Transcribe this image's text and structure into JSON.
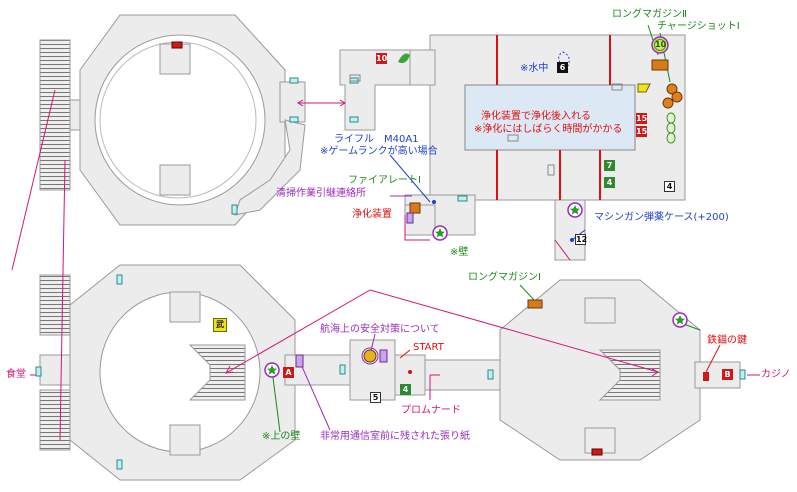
{
  "labels": {
    "long_magazine_2": "ロングマガジンⅡ",
    "charge_shot_1": "チャージショットⅠ",
    "underwater": "※水中",
    "purify_note_1": "浄化装置で浄化後入れる",
    "purify_note_2": "※浄化にはしばらく時間がかかる",
    "rifle_1": "ライフル　M40A1",
    "rifle_2": "※ゲームランクが高い場合",
    "fire_rate_1": "ファイアレートⅠ",
    "cleaning_note": "清掃作業引継連絡所",
    "purifier": "浄化装置",
    "wall_note": "※壁",
    "mg_ammo": "マシンガン弾薬ケース(+200)",
    "long_magazine_1": "ロングマガジンⅠ",
    "safety_note": "航海上の安全対策について",
    "start": "START",
    "rusty_key": "鉄錨の鍵",
    "canteen": "食堂",
    "casino": "カジノ",
    "promenade": "プロムナード",
    "upper_wall": "※上の壁",
    "emergency_note": "非常用通信室前に残された張り紙",
    "weapon": "武",
    "marker_a": "A",
    "marker_b": "B"
  },
  "markers": {
    "n10": "10",
    "n15": "15",
    "n7": "7",
    "n4": "4",
    "n6": "6",
    "n12": "12",
    "n5": "5"
  },
  "colors": {
    "floor": "#ececec",
    "wall": "#999999",
    "green": "#1a8a1a",
    "blue": "#1d3fd1",
    "pink": "#d2167a",
    "purple": "#9a2bbf",
    "red": "#e01010",
    "door": "#3aa6a6"
  }
}
